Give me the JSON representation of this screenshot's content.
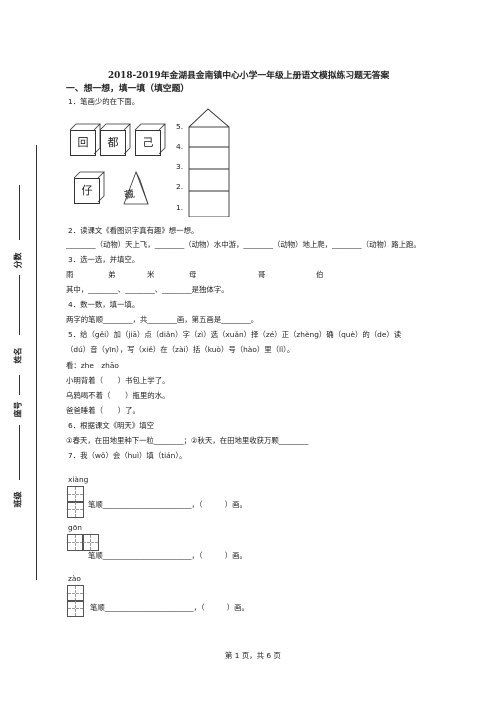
{
  "title": "2018-2019年金湖县金南镇中心小学一年级上册语文模拟练习题无答案",
  "section1": "一、想一想，填一填（填空题）",
  "sidebar": {
    "score": "分数",
    "name": "姓名",
    "seat": "座号",
    "class": "班级"
  },
  "q1": {
    "label": "1．笔画少的在下面。",
    "cube_chars": [
      "回",
      "都",
      "己",
      "仔",
      "藏"
    ],
    "ladder_numbers": [
      "5.",
      "4.",
      "3.",
      "2.",
      "1."
    ]
  },
  "q2": {
    "label": "2．读课文《看图识字真有趣》想一想。",
    "line": "________（动物）天上飞，________（动物）水中游，________（动物）地上爬，________（动物）路上跑。"
  },
  "q3": {
    "label": "3．选一选，并填空。",
    "options": [
      "雨",
      "弟",
      "米",
      "母",
      "哥",
      "伯"
    ],
    "line": "其中，________、________、________是独体字。"
  },
  "q4": {
    "label": "4．数一数，填一填。",
    "line": "两字的笔顺________，共________画，第五画是________。"
  },
  "q5": {
    "label": "5．给（gěi）加（jiā）点（diǎn）字（zì）选（xuǎn）择（zé）正（zhèng）确（què）的（de）读",
    "label2": "（dú）音（yīn），写（xiě）在（zài）括（kuò）号（hào）里（lǐ）。",
    "pinyin": "看：zhe　zhāo",
    "s1": "小明背着（　　）书包上学了。",
    "s2": "乌鸦喝不着（　　）瓶里的水。",
    "s3": "爸爸睡着（　　）了。"
  },
  "q6": {
    "label": "6．根据课文《明天》填空",
    "line": "①春天，在田地里种下一粒________；②秋天，在田地里收获万颗________"
  },
  "q7": {
    "label": "7．我（wǒ）会（huì）填（tián）。",
    "items": [
      {
        "pinyin": "xiàng",
        "text": "笔顺________________________，（　　　）画。"
      },
      {
        "pinyin": "gōn",
        "text": "笔顺________________________，（　　　）画。"
      },
      {
        "pinyin": "zào",
        "text": "笔顺________________________，（　　　）画。"
      }
    ]
  },
  "footer": "第 1 页，共 6 页"
}
